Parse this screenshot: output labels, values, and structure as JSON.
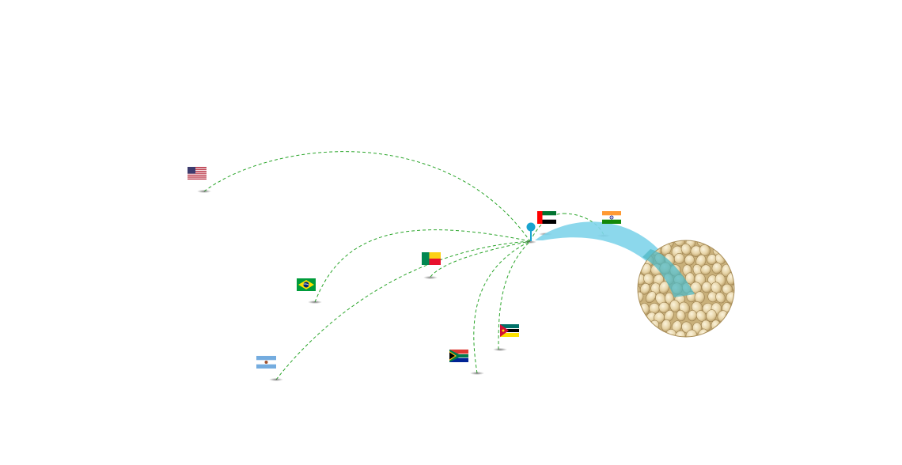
{
  "hub": {
    "label": "",
    "color": "#1aa3cf"
  },
  "route_color": "#2aa52a",
  "flow_color": "#7fd4ea",
  "destination": {
    "icon": "corn-kernels-image",
    "overlay_color": "#4fb8c4"
  },
  "origins": [
    {
      "id": "usa",
      "flag_icon": "usa-flag-icon"
    },
    {
      "id": "brazil",
      "flag_icon": "brazil-flag-icon"
    },
    {
      "id": "argentina",
      "flag_icon": "argentina-flag-icon"
    },
    {
      "id": "benin",
      "flag_icon": "benin-flag-icon"
    },
    {
      "id": "south-africa",
      "flag_icon": "south-africa-flag-icon"
    },
    {
      "id": "mozambique",
      "flag_icon": "mozambique-flag-icon"
    },
    {
      "id": "uae",
      "flag_icon": "uae-flag-icon"
    },
    {
      "id": "india",
      "flag_icon": "india-flag-icon"
    }
  ]
}
